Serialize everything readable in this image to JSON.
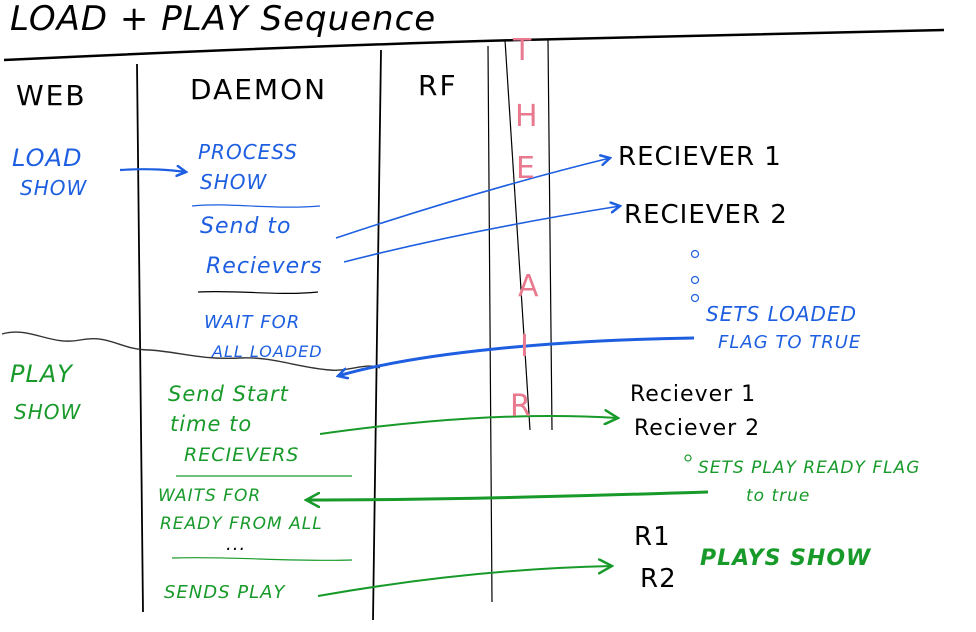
{
  "title": "LOAD + PLAY Sequence",
  "columns": {
    "web": "WEB",
    "daemon": "DAEMON",
    "rf": "RF"
  },
  "the_air": [
    "T",
    "H",
    "E",
    "A",
    "I",
    "R"
  ],
  "web_actions": {
    "load_show": [
      "LOAD",
      "SHOW"
    ],
    "play_show": [
      "PLAY",
      "SHOW"
    ]
  },
  "daemon_steps": {
    "process_show": [
      "PROCESS",
      "SHOW"
    ],
    "send_to_receivers": [
      "Send to",
      "Recievers"
    ],
    "wait_for_all_loaded": [
      "WAIT FOR",
      "ALL LOADED"
    ],
    "send_start_time": [
      "Send Start",
      "time to",
      "RECIEVERS"
    ],
    "waits_for_ready": [
      "WAITS FOR",
      "READY FROM ALL",
      "..."
    ],
    "sends_play": "SENDS PLAY"
  },
  "receivers_load": [
    "RECIEVER 1",
    "RECIEVER 2"
  ],
  "sets_loaded_flag": [
    "SETS LOADED",
    "FLAG TO TRUE"
  ],
  "receivers_start": [
    "Reciever 1",
    "Reciever 2"
  ],
  "sets_play_ready_flag": [
    "SETS PLAY READY FLAG",
    "to true"
  ],
  "receivers_play": [
    "R1",
    "R2"
  ],
  "plays_show": "PLAYS SHOW",
  "colors": {
    "ink": "#000000",
    "load_phase": "#1d5fe0",
    "play_phase": "#189a2a",
    "air_label": "#e8798f",
    "phase_divider": "#333333"
  }
}
